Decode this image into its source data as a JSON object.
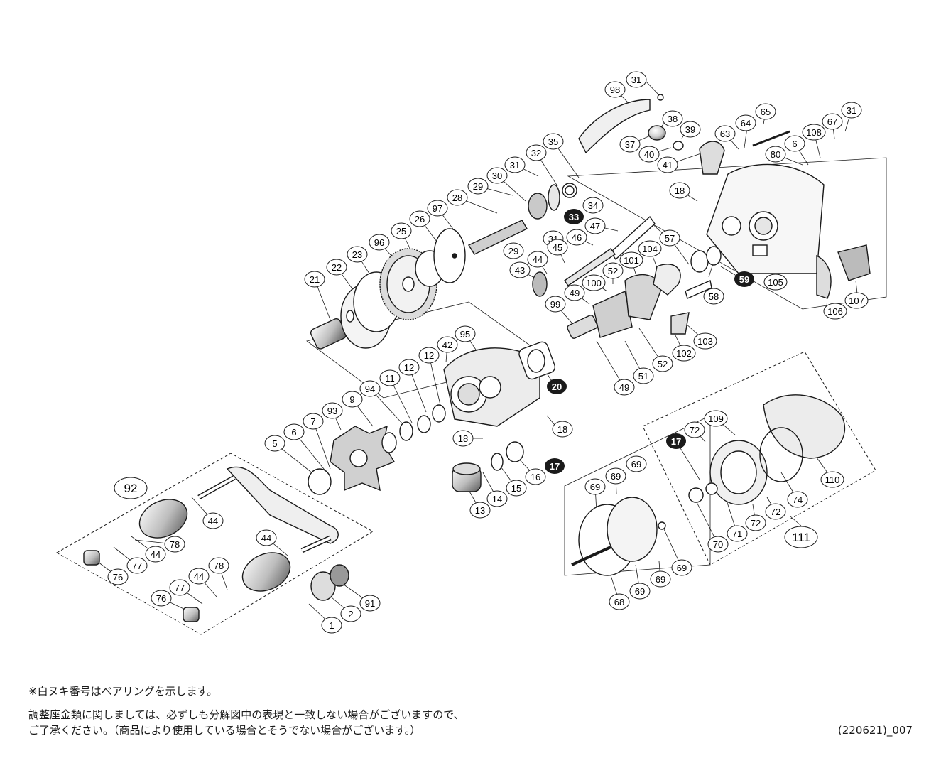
{
  "callouts": {
    "c1": "1",
    "c2": "2",
    "c5": "5",
    "c6": "6",
    "c7": "7",
    "c9": "9",
    "c11": "11",
    "c12a": "12",
    "c12b": "12",
    "c13": "13",
    "c14": "14",
    "c15": "15",
    "c16": "16",
    "c18a": "18",
    "c18b": "18",
    "c18c": "18",
    "c21": "21",
    "c22": "22",
    "c23": "23",
    "c25": "25",
    "c26": "26",
    "c28": "28",
    "c29a": "29",
    "c29b": "29",
    "c30": "30",
    "c31a": "31",
    "c31b": "31",
    "c31c": "31",
    "c31d": "31",
    "c32": "32",
    "c34": "34",
    "c35": "35",
    "c37": "37",
    "c38": "38",
    "c39": "39",
    "c40": "40",
    "c41": "41",
    "c42": "42",
    "c43": "43",
    "c44a": "44",
    "c44b": "44",
    "c44c": "44",
    "c44d": "44",
    "c44e": "44",
    "c45": "45",
    "c46": "46",
    "c47": "47",
    "c49a": "49",
    "c49b": "49",
    "c51": "51",
    "c52a": "52",
    "c52b": "52",
    "c57": "57",
    "c58": "58",
    "c63": "63",
    "c64": "64",
    "c65": "65",
    "c67": "67",
    "c68": "68",
    "c69a": "69",
    "c69b": "69",
    "c69c": "69",
    "c69d": "69",
    "c69e": "69",
    "c69f": "69",
    "c6b": "6",
    "c70": "70",
    "c71": "71",
    "c72a": "72",
    "c72b": "72",
    "c72c": "72",
    "c74": "74",
    "c76a": "76",
    "c76b": "76",
    "c77a": "77",
    "c77b": "77",
    "c78a": "78",
    "c78b": "78",
    "c80": "80",
    "c91": "91",
    "c93": "93",
    "c94": "94",
    "c95": "95",
    "c96": "96",
    "c97": "97",
    "c98": "98",
    "c99": "99",
    "c100": "100",
    "c101": "101",
    "c102": "102",
    "c103": "103",
    "c104": "104",
    "c105": "105",
    "c106": "106",
    "c107": "107",
    "c108": "108",
    "c109": "109",
    "c110": "110"
  },
  "dark_callouts": {
    "d17a": "17",
    "d17b": "17",
    "d20": "20",
    "d33": "33",
    "d59": "59"
  },
  "assembly_callouts": {
    "a92": "92",
    "a111": "111"
  },
  "footer": {
    "note1": "※白ヌキ番号はベアリングを示します。",
    "note2": "調整座金類に関しましては、必ずしも分解図中の表現と一致しない場合がございますので、",
    "note3": "ご了承ください。（商品により使用している場合とそうでない場合がございます。）",
    "code": "(220621)_007"
  },
  "colors": {
    "line": "#1a1a1a",
    "bearing_fill": "#1a1a1a",
    "part_fill": "#e6e6e6",
    "part_dark": "#777777"
  }
}
